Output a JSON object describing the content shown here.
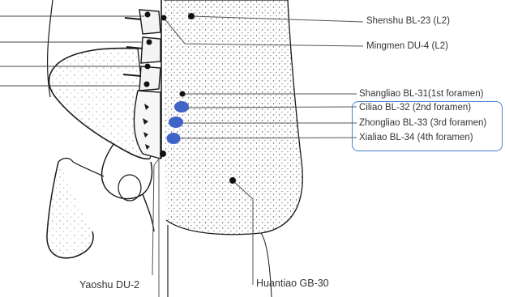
{
  "labels": {
    "shenshu": "Shenshu BL-23 (L2)",
    "mingmen": "Mingmen DU-4 (L2)",
    "shangliao": "Shangliao BL-31(1st foramen)",
    "ciliao": "Ciliao BL-32 (2nd foramen)",
    "zhongliao": "Zhongliao BL-33 (3rd foramen)",
    "xialiao": "Xialiao BL-34 (4th foramen)",
    "yaoshu": "Yaoshu DU-2",
    "huantiao": "Huantiao GB-30"
  },
  "colors": {
    "highlight_dot": "#3f63c7",
    "highlight_box": "#4a7fd0",
    "outline": "#1a1a1a",
    "stipple": "#555555",
    "leader_line": "#555555"
  }
}
